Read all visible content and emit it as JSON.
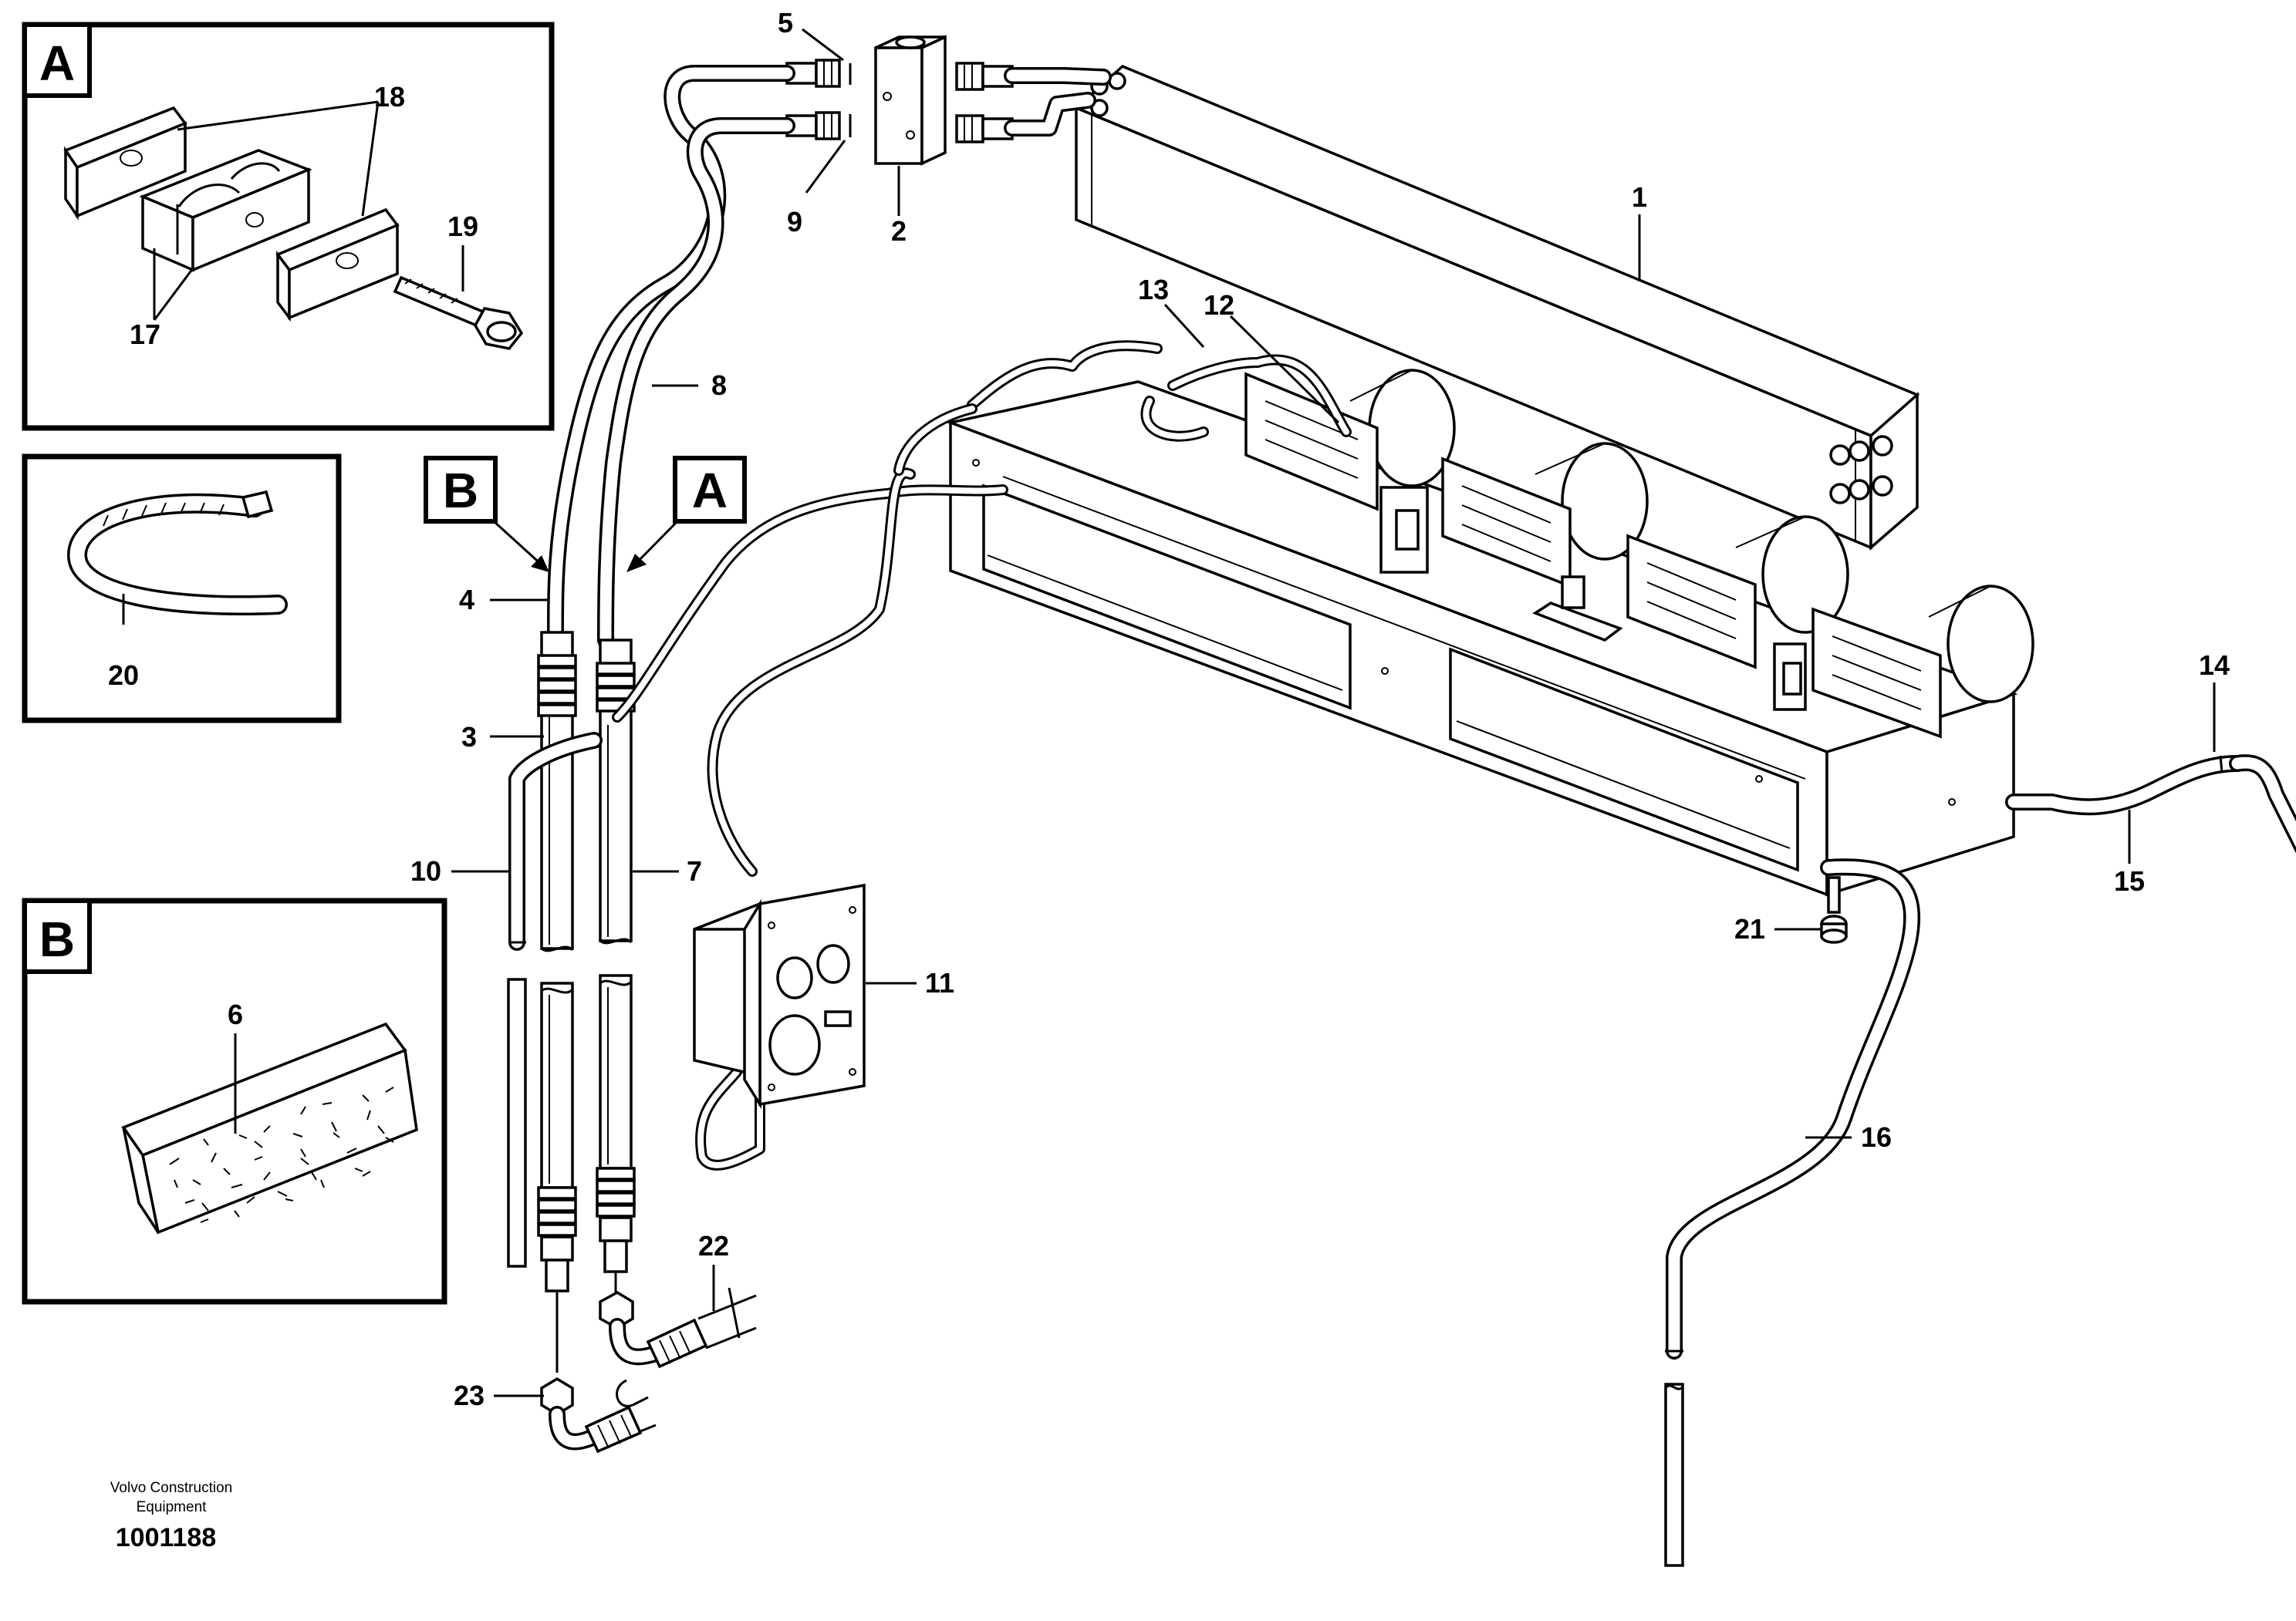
{
  "callouts": {
    "c1": "1",
    "c2": "2",
    "c3": "3",
    "c4": "4",
    "c5": "5",
    "c6": "6",
    "c7": "7",
    "c8": "8",
    "c9": "9",
    "c10": "10",
    "c11": "11",
    "c12": "12",
    "c13": "13",
    "c14": "14",
    "c15": "15",
    "c16": "16",
    "c17": "17",
    "c18": "18",
    "c19": "19",
    "c20": "20",
    "c21": "21",
    "c22": "22",
    "c23": "23"
  },
  "detail_views": {
    "a_title": "A",
    "b_title": "B",
    "a_pointer": "A",
    "b_pointer": "B"
  },
  "footer": {
    "manufacturer_line1": "Volvo Construction",
    "manufacturer_line2": "Equipment",
    "document_number": "1001188"
  }
}
